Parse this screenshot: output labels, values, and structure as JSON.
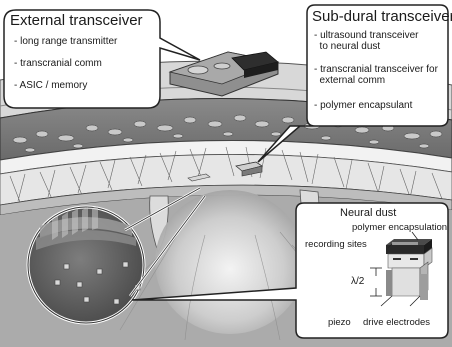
{
  "external": {
    "title": "External transceiver",
    "items": [
      "- long range transmitter",
      "- transcranial comm",
      "- ASIC / memory"
    ]
  },
  "subdural": {
    "title": "Sub-dural transceiver",
    "items": [
      [
        "- ultrasound transceiver",
        "  to neural dust"
      ],
      [
        "- transcranial transceiver for",
        "  external comm"
      ],
      [
        "- polymer encapsulant"
      ]
    ]
  },
  "neural_dust": {
    "title": "Neural dust",
    "polymer_label": "polymer encapsulation",
    "recording_label": "recording sites",
    "lambda_label": "λ/2",
    "piezo_label": "piezo",
    "drive_label": "drive electrodes"
  }
}
